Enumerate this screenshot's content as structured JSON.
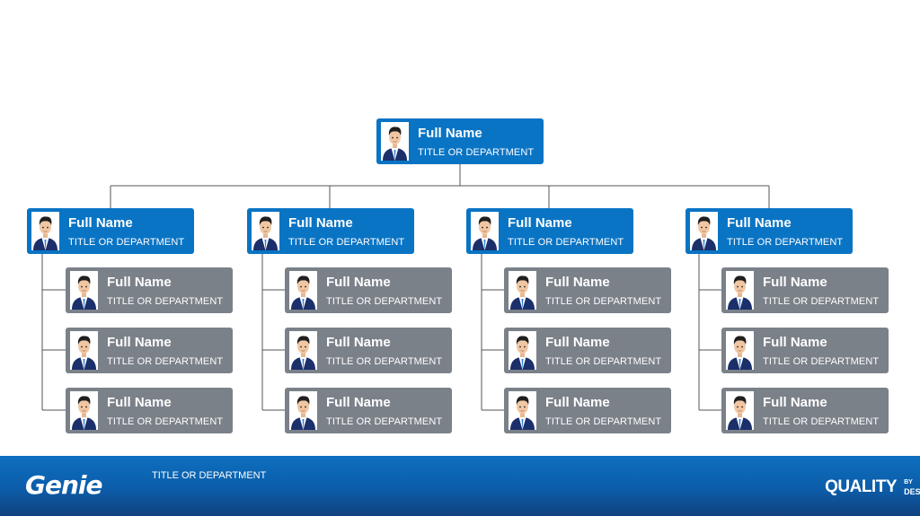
{
  "org_chart": {
    "root": {
      "name": "Full Name",
      "title": "TITLE OR DEPARTMENT"
    },
    "branches": [
      {
        "head": {
          "name": "Full Name",
          "title": "TITLE OR DEPARTMENT"
        },
        "members": [
          {
            "name": "Full Name",
            "title": "TITLE OR DEPARTMENT"
          },
          {
            "name": "Full Name",
            "title": "TITLE OR DEPARTMENT"
          },
          {
            "name": "Full Name",
            "title": "TITLE OR DEPARTMENT"
          }
        ]
      },
      {
        "head": {
          "name": "Full Name",
          "title": "TITLE OR DEPARTMENT"
        },
        "members": [
          {
            "name": "Full Name",
            "title": "TITLE OR DEPARTMENT"
          },
          {
            "name": "Full Name",
            "title": "TITLE OR DEPARTMENT"
          },
          {
            "name": "Full Name",
            "title": "TITLE OR DEPARTMENT"
          }
        ]
      },
      {
        "head": {
          "name": "Full Name",
          "title": "TITLE OR DEPARTMENT"
        },
        "members": [
          {
            "name": "Full Name",
            "title": "TITLE OR DEPARTMENT"
          },
          {
            "name": "Full Name",
            "title": "TITLE OR DEPARTMENT"
          },
          {
            "name": "Full Name",
            "title": "TITLE OR DEPARTMENT"
          }
        ]
      },
      {
        "head": {
          "name": "Full Name",
          "title": "TITLE OR DEPARTMENT"
        },
        "members": [
          {
            "name": "Full Name",
            "title": "TITLE OR DEPARTMENT"
          },
          {
            "name": "Full Name",
            "title": "TITLE OR DEPARTMENT"
          },
          {
            "name": "Full Name",
            "title": "TITLE OR DEPARTMENT"
          }
        ]
      }
    ]
  },
  "footer": {
    "logo_text": "Genie",
    "title": "TITLE OR DEPARTMENT",
    "tagline_main": "QUALITY",
    "tagline_by": "BY",
    "tagline_design": "DESIGN"
  },
  "colors": {
    "head_card": "#0a74c4",
    "member_card": "#7b8189",
    "connector": "#555555",
    "footer": "#0c5da9"
  },
  "icons": {
    "avatar": "person-avatar-icon"
  }
}
